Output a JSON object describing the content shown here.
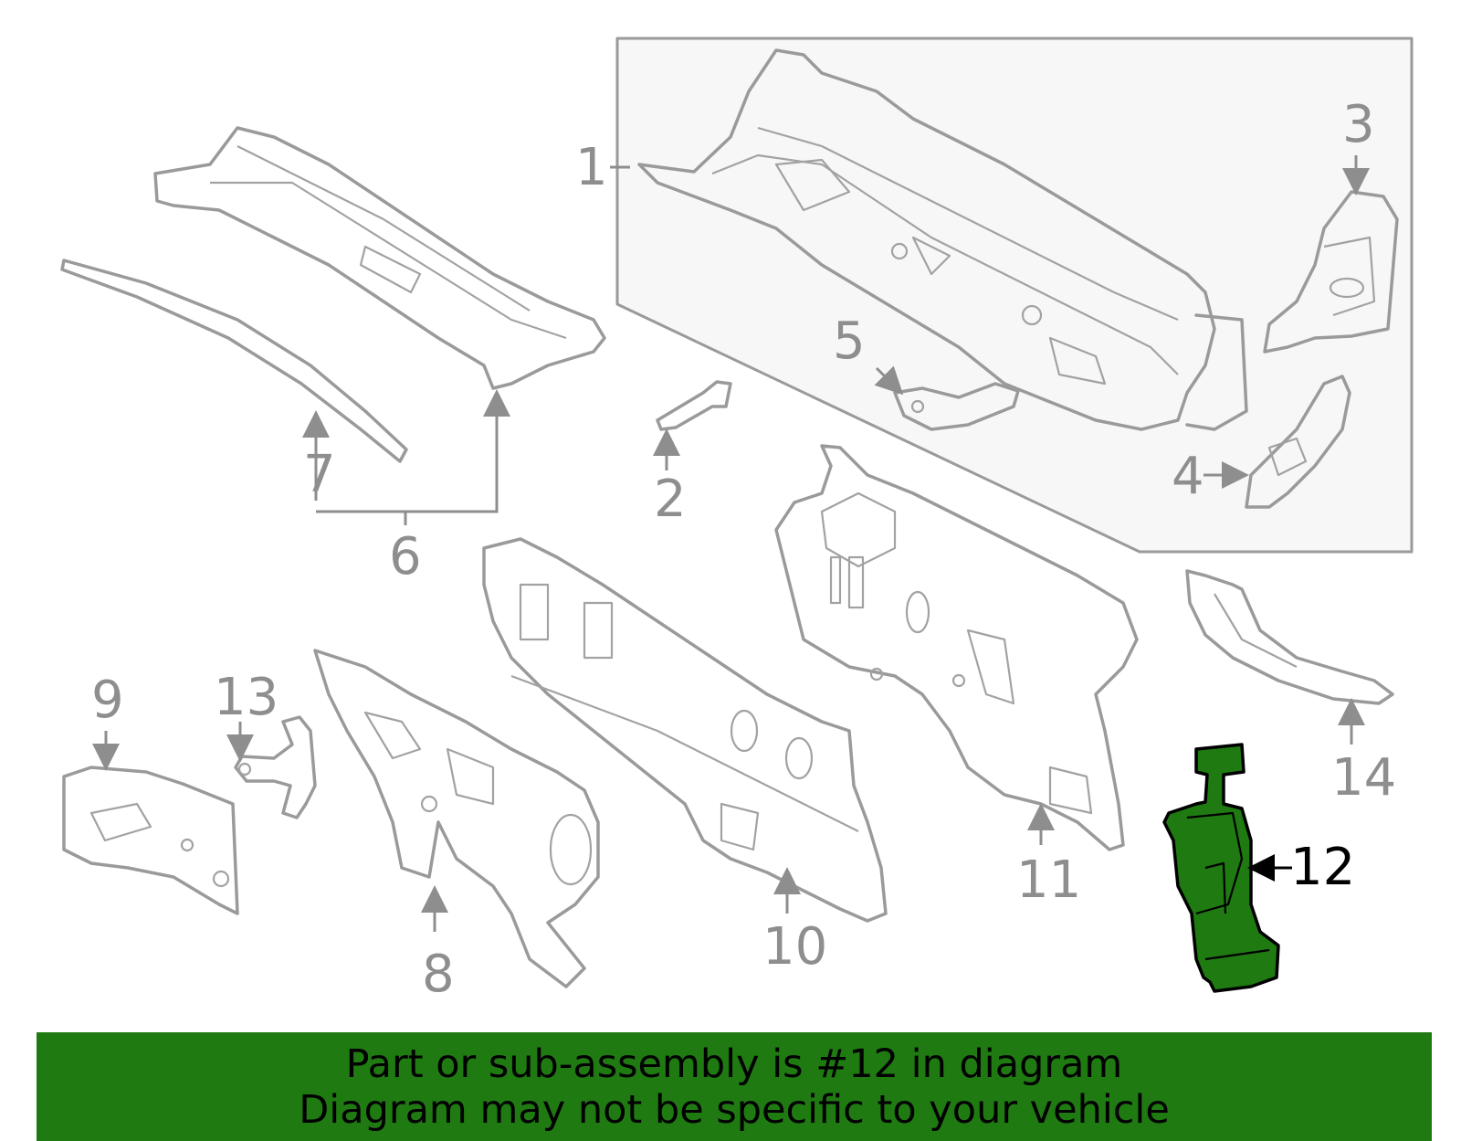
{
  "diagram": {
    "highlight_color": "#1f7a12",
    "outline_color": "#9a9a9a",
    "callouts": {
      "c1": "1",
      "c2": "2",
      "c3": "3",
      "c4": "4",
      "c5": "5",
      "c6": "6",
      "c7": "7",
      "c8": "8",
      "c9": "9",
      "c10": "10",
      "c11": "11",
      "c12": "12",
      "c13": "13",
      "c14": "14"
    },
    "highlighted_part": "12"
  },
  "banner": {
    "line1": "Part or sub-assembly is #12 in diagram",
    "line2": "Diagram may not be specific to your vehicle"
  }
}
